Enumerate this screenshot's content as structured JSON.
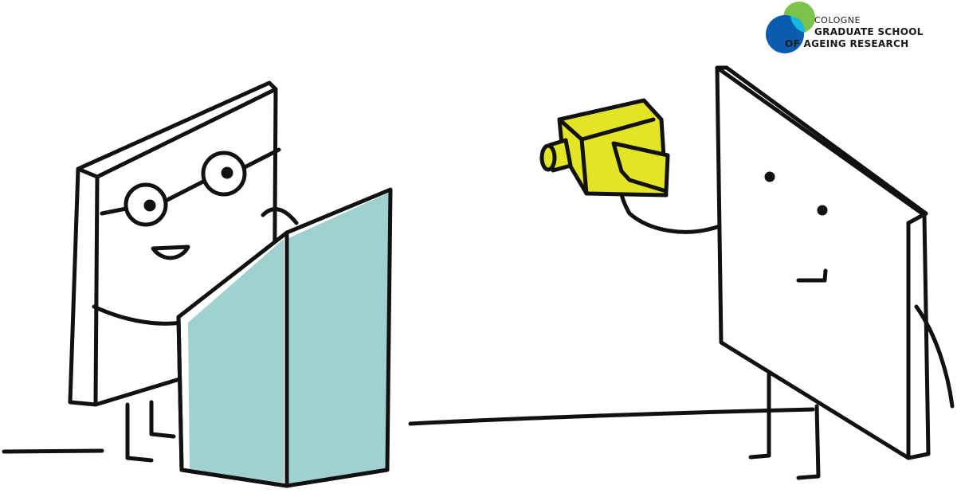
{
  "logo": {
    "line1": "COLOGNE",
    "line2": "GRADUATE SCHOOL",
    "line3": "OF AGEING RESEARCH",
    "colors": {
      "green": "#7dc24b",
      "blue": "#0a5cb0",
      "cyan": "#17b8e0"
    }
  },
  "illustration": {
    "description": "Two cartoon board characters: one with glasses reading a teal folder, the other filming with a yellow camera",
    "colors": {
      "stroke": "#111111",
      "folder": "#9fd2ce",
      "camera": "#e3e524"
    }
  }
}
